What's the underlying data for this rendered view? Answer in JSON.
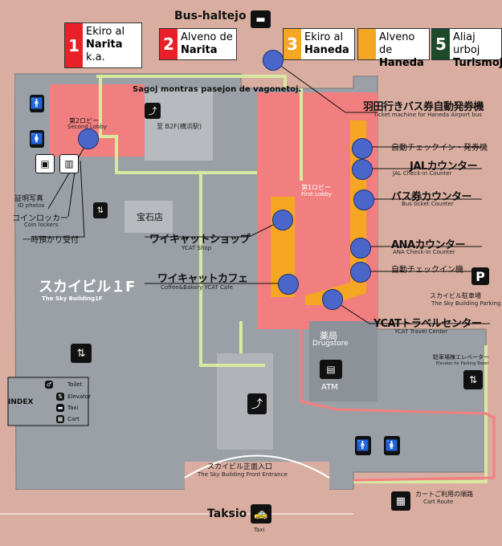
{
  "legend": [
    {
      "num": "1",
      "color": "#e8202a",
      "line1": "Ekiro al",
      "line2": "Narita",
      "line3": "k.a."
    },
    {
      "num": "2",
      "color": "#e8202a",
      "line1": "Alveno de",
      "line2": "Narita"
    },
    {
      "num": "3",
      "color": "#f5a623",
      "line1": "Ekiro al",
      "line2": "Haneda"
    },
    {
      "num": "",
      "color": "#f5a623",
      "line1": "Alveno de",
      "line2": "Haneda"
    },
    {
      "num": "5",
      "color": "#1d4a2a",
      "line1": "Aliaj urboj",
      "line2": "Turismoj"
    }
  ],
  "top": {
    "bus": "Bus-haltejo",
    "sagoj": "Sagoj montras pasejon de vagonetoj."
  },
  "labels": {
    "b2f": "至 B2F(横浜駅)",
    "second_lobby_jp": "第2ロビー",
    "second_lobby_en": "Second Lobby",
    "first_lobby_jp": "第1ロビー",
    "first_lobby_en": "First Lobby",
    "id_jp": "証明写真",
    "id_en": "ID photos",
    "coin_jp": "コインロッカー",
    "coin_en": "Coin lockers",
    "baggage_jp": "一時預かり受付",
    "jewelry": "宝石店",
    "sky_jp": "スカイビル１F",
    "sky_en": "The Sky Building1F",
    "shop_jp": "ワイキャットショップ",
    "shop_en": "YCAT Shop",
    "cafe_jp": "ワイキャットカフェ",
    "cafe_en": "Coffee&Bakery YCAT Cafe",
    "ticket_jp": "羽田行きバス券自動発券機",
    "ticket_en": "Ticket machine for Haneda Airport bus",
    "auto_checkin": "自動チェックイン・発券機",
    "jal_jp": "JALカウンター",
    "jal_en": "JAL Check-in Counter",
    "busticket_jp": "バス券カウンター",
    "busticket_en": "Bus ticket Counter",
    "ana_jp": "ANAカウンター",
    "ana_en": "ANA Check-in Counter",
    "auto_checkin2": "自動チェックイン機",
    "parking_jp": "スカイビル駐車場",
    "parking_en": "The Sky Building Parking",
    "travel_jp": "YCATトラベルセンター",
    "travel_en": "YCAT Travel Center",
    "drug_jp": "薬局",
    "drug_en": "Drugstore",
    "atm": "ATM",
    "elevator_jp": "駐車場棟エレベーター",
    "elevator_en": "Elevator for Parking Tower",
    "entrance_jp": "スカイビル正面入口",
    "entrance_en": "The Sky Building Front Entrance",
    "cart_jp": "カートご利用の順路",
    "cart_en": "Cart Route",
    "taksio": "Taksio",
    "taxi_en": "Taxi"
  },
  "index": {
    "title": "INDEX",
    "toilet": "Toilet",
    "elevator": "Elevator",
    "taxi": "Taxi",
    "cart": "Cart"
  },
  "colors": {
    "wall": "#d9aea0",
    "floor": "#9aa0a6",
    "lobby": "#f27f80",
    "path": "#d8e8a0",
    "legend_red": "#e8202a",
    "legend_orange": "#f5a623",
    "dot": "#4a66c8"
  }
}
